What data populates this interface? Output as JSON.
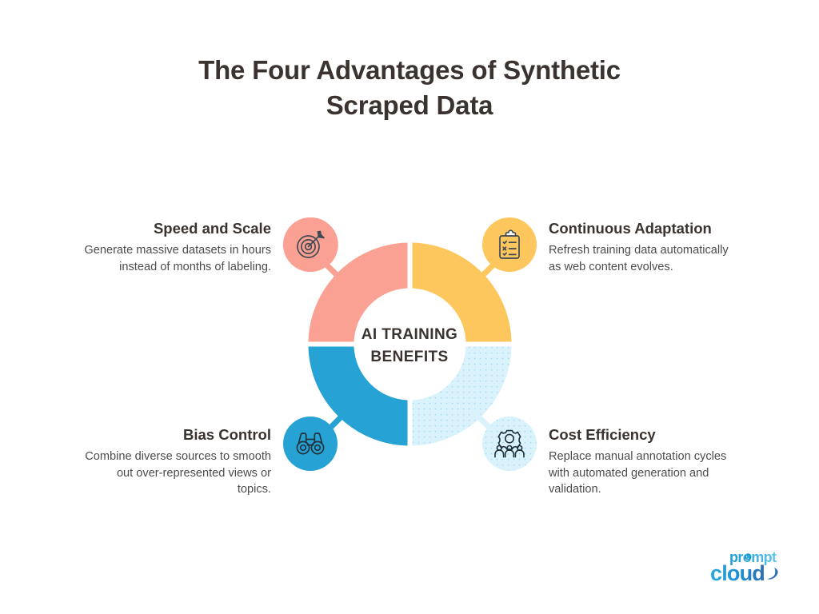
{
  "title": {
    "line1": "The Four Advantages of Synthetic",
    "line2": "Scraped Data"
  },
  "center": {
    "line1": "AI TRAINING",
    "line2": "BENEFITS"
  },
  "colors": {
    "salmon": "#FBA193",
    "yellow": "#FDC75E",
    "blue": "#26A3D4",
    "light_blue": "#D9F2FC",
    "text_dark": "#3b332f",
    "text_body": "#4c4c4c",
    "logo_blue": "#1C9AD6",
    "logo_dark_blue": "#2B6CB8"
  },
  "quadrants": [
    {
      "id": "speed-and-scale",
      "position": "top-left",
      "heading": "Speed and Scale",
      "description": "Generate massive datasets in hours instead of months of labeling.",
      "icon": "target-dart-icon",
      "color": "#FBA193"
    },
    {
      "id": "continuous-adaptation",
      "position": "top-right",
      "heading": "Continuous Adaptation",
      "description": "Refresh training data automatically as web content evolves.",
      "icon": "clipboard-checklist-icon",
      "color": "#FDC75E"
    },
    {
      "id": "bias-control",
      "position": "bottom-left",
      "heading": "Bias Control",
      "description": "Combine diverse sources to smooth out over-represented views or topics.",
      "icon": "binoculars-icon",
      "color": "#26A3D4"
    },
    {
      "id": "cost-efficiency",
      "position": "bottom-right",
      "heading": "Cost Efficiency",
      "description": "Replace manual annotation cycles with automated generation and validation.",
      "icon": "gear-people-icon",
      "color": "#D9F2FC"
    }
  ],
  "logo": {
    "word_top": "prompt",
    "word_bottom": "cloud"
  }
}
